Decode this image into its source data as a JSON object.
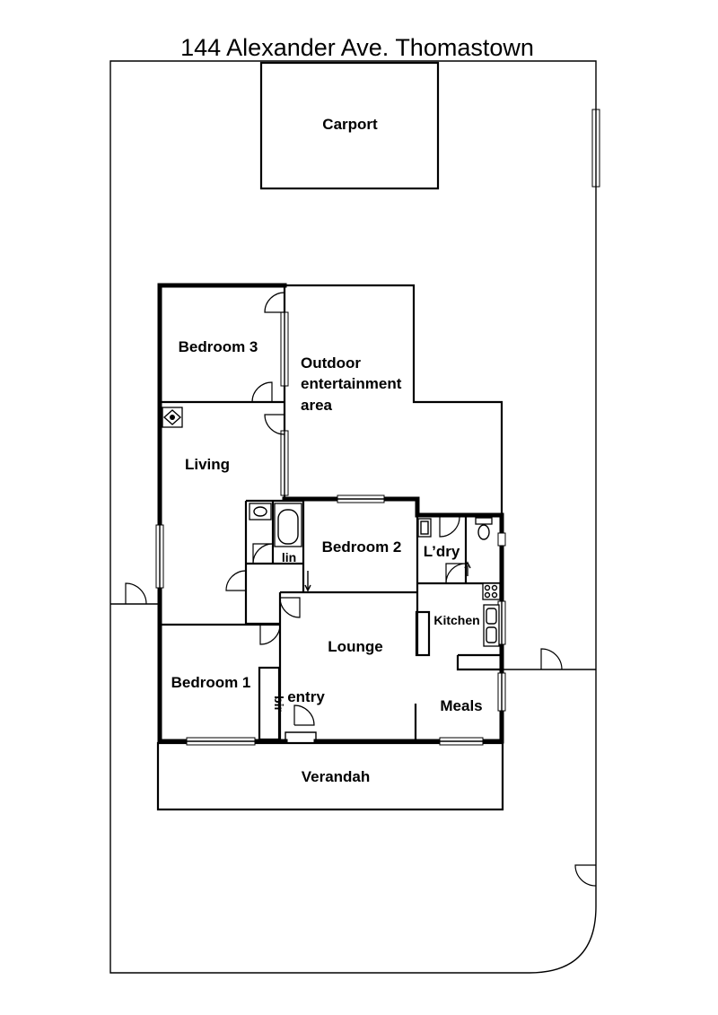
{
  "title": "144 Alexander Ave. Thomastown",
  "rooms": {
    "carport": "Carport",
    "bedroom3": "Bedroom 3",
    "outdoor_line1": "Outdoor",
    "outdoor_line2": "entertainment",
    "outdoor_line3": "area",
    "living": "Living",
    "bedroom2": "Bedroom 2",
    "lin": "lin",
    "laundry": "L’dry",
    "kitchen": "Kitchen",
    "lounge": "Lounge",
    "bedroom1": "Bedroom 1",
    "bir": "bir",
    "entry": "entry",
    "meals": "Meals",
    "verandah": "Verandah"
  }
}
